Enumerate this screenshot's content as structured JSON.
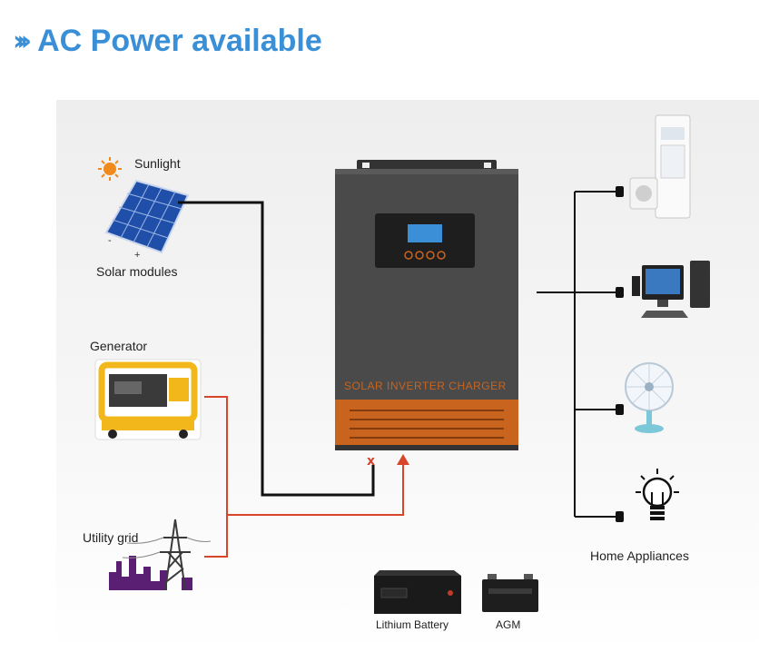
{
  "header": {
    "chevrons": "›››",
    "title": "AC Power available"
  },
  "inputs": {
    "sunlight_label": "Sunlight",
    "solar_label": "Solar modules",
    "generator_label": "Generator",
    "grid_label": "Utility grid"
  },
  "inverter": {
    "label": "SOLAR INVERTER CHARGER"
  },
  "outputs": {
    "appliances_label": "Home Appliances"
  },
  "storage": {
    "lithium_label": "Lithium Battery",
    "agm_label": "AGM"
  },
  "colors": {
    "title": "#3a8fd6",
    "dc_line": "#111111",
    "ac_line": "#d9452b",
    "inverter_body": "#4a4a4a",
    "inverter_accent": "#c8641e"
  }
}
